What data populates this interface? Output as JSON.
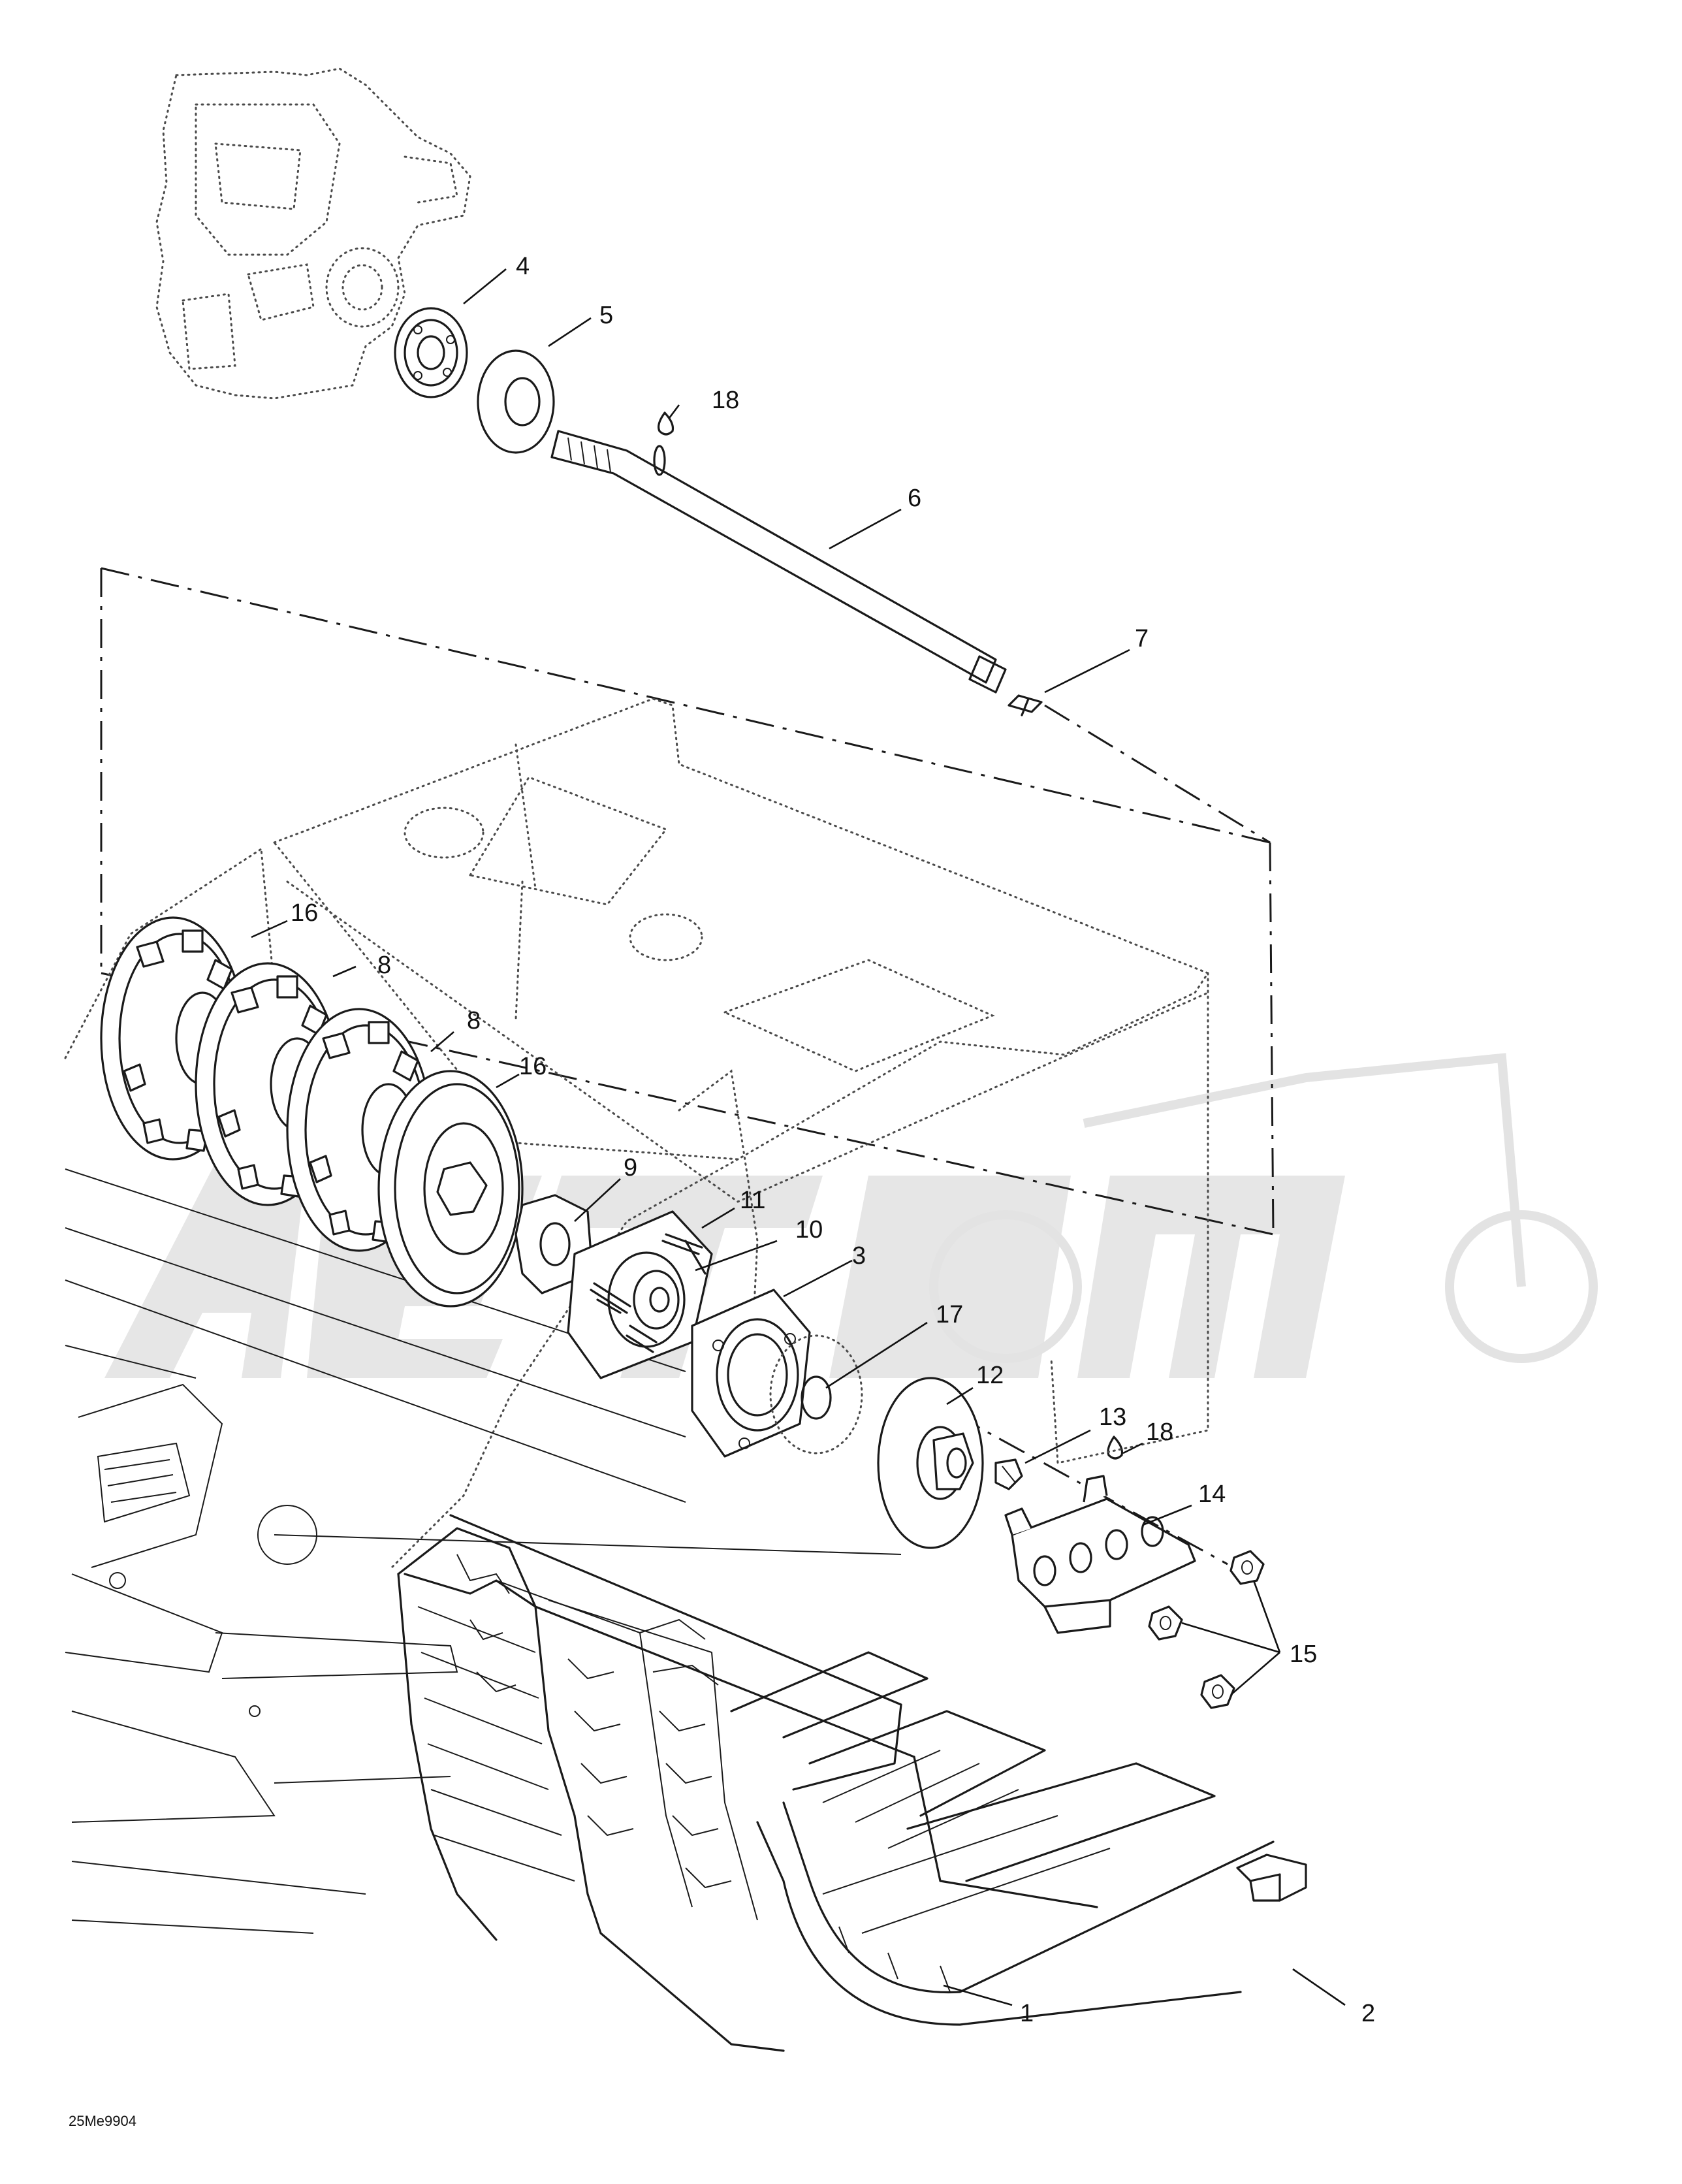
{
  "diagram": {
    "drawing_code": "25Me9904",
    "callouts": [
      {
        "id": "c1",
        "label": "1"
      },
      {
        "id": "c2",
        "label": "2"
      },
      {
        "id": "c3",
        "label": "3"
      },
      {
        "id": "c4",
        "label": "4"
      },
      {
        "id": "c5",
        "label": "5"
      },
      {
        "id": "c6",
        "label": "6"
      },
      {
        "id": "c7",
        "label": "7"
      },
      {
        "id": "c8a",
        "label": "8"
      },
      {
        "id": "c8b",
        "label": "8"
      },
      {
        "id": "c9",
        "label": "9"
      },
      {
        "id": "c10",
        "label": "10"
      },
      {
        "id": "c11",
        "label": "11"
      },
      {
        "id": "c12",
        "label": "12"
      },
      {
        "id": "c13",
        "label": "13"
      },
      {
        "id": "c14",
        "label": "14"
      },
      {
        "id": "c15",
        "label": "15"
      },
      {
        "id": "c16a",
        "label": "16"
      },
      {
        "id": "c16b",
        "label": "16"
      },
      {
        "id": "c17",
        "label": "17"
      },
      {
        "id": "c18a",
        "label": "18"
      },
      {
        "id": "c18b",
        "label": "18"
      }
    ]
  }
}
